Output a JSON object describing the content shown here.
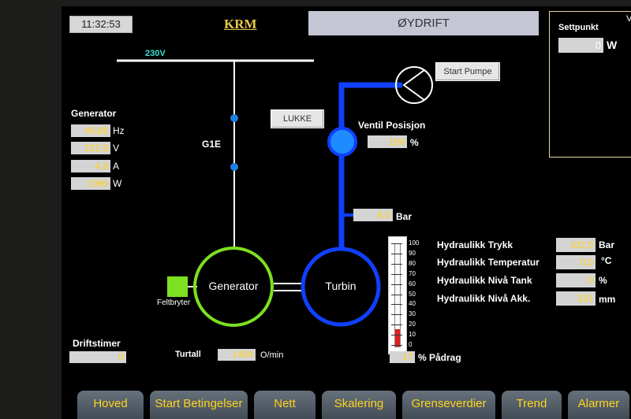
{
  "header": {
    "clock": "11:32:53",
    "title": "KRM",
    "mode": "ØYDRIFT"
  },
  "setpoint": {
    "label": "Settpunkt",
    "value": "0",
    "unit": "W",
    "edge_label": "V"
  },
  "busbar": {
    "voltage_label": "230V"
  },
  "line_label": "G1E",
  "buttons": {
    "lukke": "LUKKE",
    "start_pumpe": "Start Pumpe"
  },
  "valve": {
    "label": "Ventil Posisjon",
    "value": "100",
    "unit": "%"
  },
  "pressure": {
    "value": "8,0",
    "unit": "Bar"
  },
  "generator_panel": {
    "title": "Generator",
    "readings": [
      {
        "value": "49,86",
        "unit": "Hz"
      },
      {
        "value": "222,8",
        "unit": "V"
      },
      {
        "value": "4,8",
        "unit": "A"
      },
      {
        "value": "1066",
        "unit": "W"
      }
    ]
  },
  "machines": {
    "generator": "Generator",
    "turbine": "Turbin"
  },
  "field_breaker": {
    "label": "Feltbryter"
  },
  "gauge": {
    "ticks": [
      "100",
      "90",
      "80",
      "70",
      "60",
      "50",
      "40",
      "30",
      "20",
      "10",
      "0"
    ],
    "level_percent": 17,
    "value": "17",
    "unit_label": "% Pådrag"
  },
  "hydraulics": [
    {
      "label": "Hydraulikk Trykk",
      "value": "102,0",
      "unit": "Bar"
    },
    {
      "label": "Hydraulikk Temperatur",
      "value": "0,0",
      "unit": "°C"
    },
    {
      "label": "Hydraulikk Nivå Tank",
      "value": "0",
      "unit": "%"
    },
    {
      "label": "Hydraulikk Nivå Akk.",
      "value": "331",
      "unit": "mm"
    }
  ],
  "runtime": {
    "label": "Driftstimer",
    "value": "0"
  },
  "speed": {
    "label": "Turtall",
    "value": "1494",
    "unit": "O/min"
  },
  "tabs": [
    {
      "label": "Hoved"
    },
    {
      "label": "Start Betingelser"
    },
    {
      "label": "Nett"
    },
    {
      "label": "Skalering"
    },
    {
      "label": "Grenseverdier"
    },
    {
      "label": "Trend"
    },
    {
      "label": "Alarmer"
    }
  ]
}
